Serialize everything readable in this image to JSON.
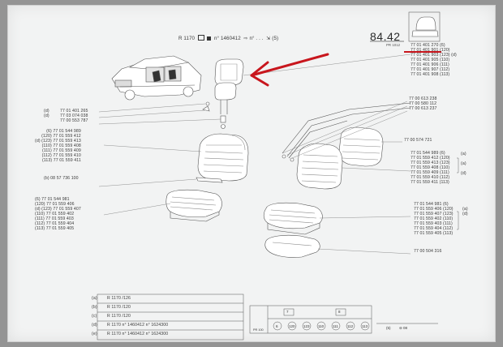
{
  "header": {
    "model": "R 1170",
    "serial": "n° 1460412",
    "arrow_label": "n° . . .",
    "sig": "(5)",
    "ref": "84.42",
    "ref_sub": "PR 1012"
  },
  "top_parts": [
    "77 01 401 270 (6)",
    "77 01 401 901 (120)",
    "77 01 401 903 (123) (d)",
    "77 01 401 905 (110)",
    "77 01 401 906 (111)",
    "77 01 401 907 (112)",
    "77 01 401 908 (113)"
  ],
  "left_group_1": [
    "77 01 401 265",
    "77 03 074 038",
    "77 00 553 787"
  ],
  "left_group_1_prefix": [
    "",
    "(d)",
    "(d)"
  ],
  "left_group_2": [
    "(6) 77 01 544 989",
    "(120) 77 01 559 412",
    "(d) (123) 77 01 559 413",
    "(110) 77 01 559 408",
    "(111) 77 01 559 409",
    "(112) 77 01 559 410",
    "(113) 77 01 559 411"
  ],
  "left_single": "(b) 08 57 736 100",
  "left_group_3": [
    "(6) 77 01 544 981",
    "(120) 77 01 559 406",
    "(d) (123) 77 01 559 407",
    "(110) 77 01 559 402",
    "(111) 77 01 559 403",
    "(112) 77 01 559 404",
    "(113) 77 01 559 405"
  ],
  "right_single_1": [
    "77 00 613 238",
    "77 00 580 112",
    "77 00 613 237"
  ],
  "right_single_2": "77 00 574 721",
  "right_group_1": [
    "77 01 544 989 (6)",
    "77 01 559 412 (120)",
    "77 01 559 413 (123)",
    "77 01 559 408 (110)",
    "77 01 559 409 (111)",
    "77 01 559 410 (112)",
    "77 01 559 411 (113)"
  ],
  "right_group_1_tags": [
    "(a)",
    "(a)",
    "(d)"
  ],
  "right_group_2": [
    "77 01 544 981 (6)",
    "77 01 559 406 (120)",
    "77 01 559 407 (123)",
    "77 01 559 402 (110)",
    "77 01 559 403 (111)",
    "77 01 559 404 (112)",
    "77 01 559 405 (113)"
  ],
  "right_group_2_tags": [
    "(a)",
    "(d)"
  ],
  "right_single_3": "77 00 504 316",
  "footnotes": [
    {
      "key": "(a)",
      "text": "R 1170   /126"
    },
    {
      "key": "(b)",
      "text": "R 1170   /120"
    },
    {
      "key": "(c)",
      "text": "R 1170   /120"
    },
    {
      "key": "(d)",
      "text": "R 1170   n° 1460412  n° 1624300"
    },
    {
      "key": "(e)",
      "text": "R 1170   n° 1460412  n° 1624300"
    }
  ],
  "trim_table": {
    "groups": [
      {
        "label": "7"
      },
      {
        "label": "8"
      }
    ],
    "pr_label": "PR 100",
    "codes": [
      "6",
      "120",
      "123",
      "110",
      "111",
      "112",
      "113"
    ],
    "right_note": "(5)",
    "right_code": "08"
  },
  "annotation": {
    "arrow_color": "#c8161d",
    "underline_color": "#c8161d"
  }
}
